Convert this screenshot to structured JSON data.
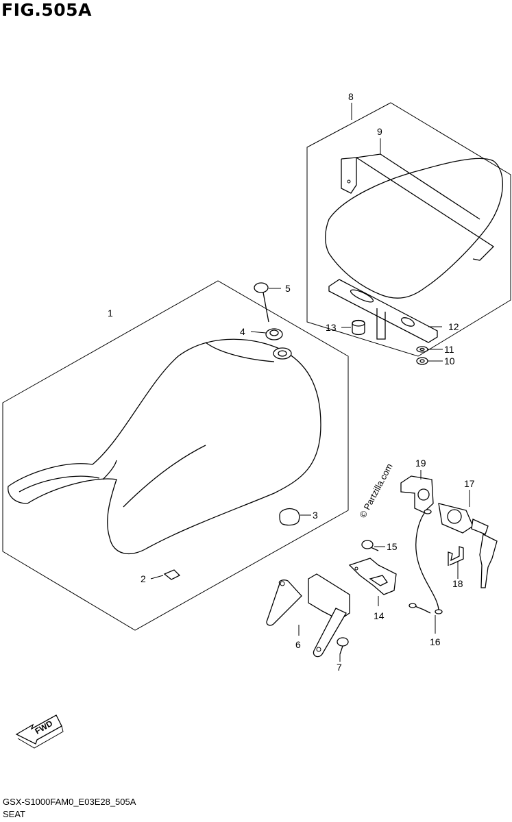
{
  "figure": {
    "title": "FIG.505A",
    "code": "GSX-S1000FAM0_E03E28_505A",
    "name": "SEAT",
    "watermark": "© Partzilla.com",
    "fwd_label": "FWD"
  },
  "callouts": [
    "1",
    "2",
    "3",
    "4",
    "5",
    "6",
    "7",
    "8",
    "9",
    "10",
    "11",
    "12",
    "13",
    "14",
    "15",
    "16",
    "17",
    "18",
    "19"
  ]
}
